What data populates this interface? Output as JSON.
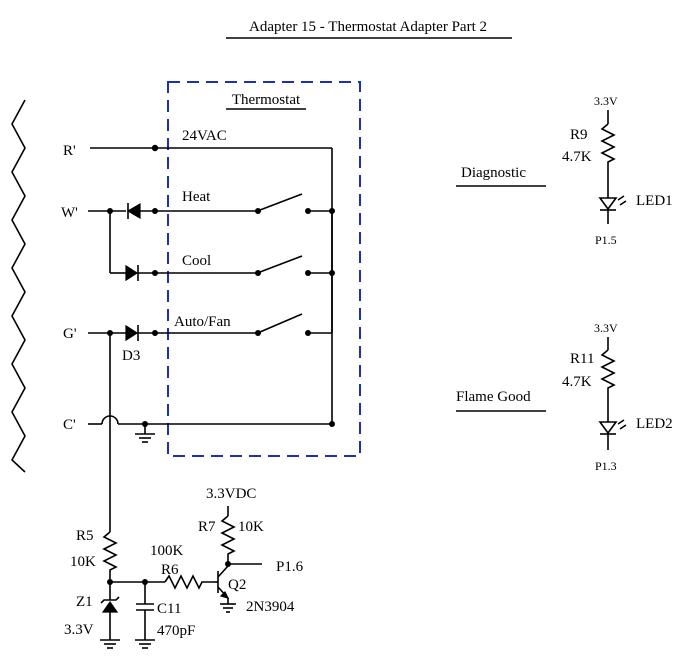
{
  "title": "Adapter 15 - Thermostat Adapter Part 2",
  "thermostat": {
    "label": "Thermostat",
    "lines": [
      "24VAC",
      "Heat",
      "Cool",
      "Auto/Fan"
    ]
  },
  "terminals": [
    "R'",
    "W'",
    "G'",
    "C'"
  ],
  "diode_d3": "D3",
  "resistors": {
    "r5": {
      "name": "R5",
      "value": "10K"
    },
    "r6": {
      "name": "R6",
      "value": "100K"
    },
    "r7": {
      "name": "R7",
      "value": "10K"
    },
    "r9": {
      "name": "R9",
      "value": "4.7K"
    },
    "r11": {
      "name": "R11",
      "value": "4.7K"
    }
  },
  "zener": {
    "name": "Z1",
    "value": "3.3V"
  },
  "capacitor": {
    "name": "C11",
    "value": "470pF"
  },
  "transistor": {
    "name": "Q2",
    "part": "2N3904"
  },
  "supply_vdc": "3.3VDC",
  "output_pin": "P1.6",
  "diagnostic": {
    "label": "Diagnostic",
    "supply": "3.3V",
    "led": "LED1",
    "pin": "P1.5"
  },
  "flame_good": {
    "label": "Flame Good",
    "supply": "3.3V",
    "led": "LED2",
    "pin": "P1.3"
  }
}
